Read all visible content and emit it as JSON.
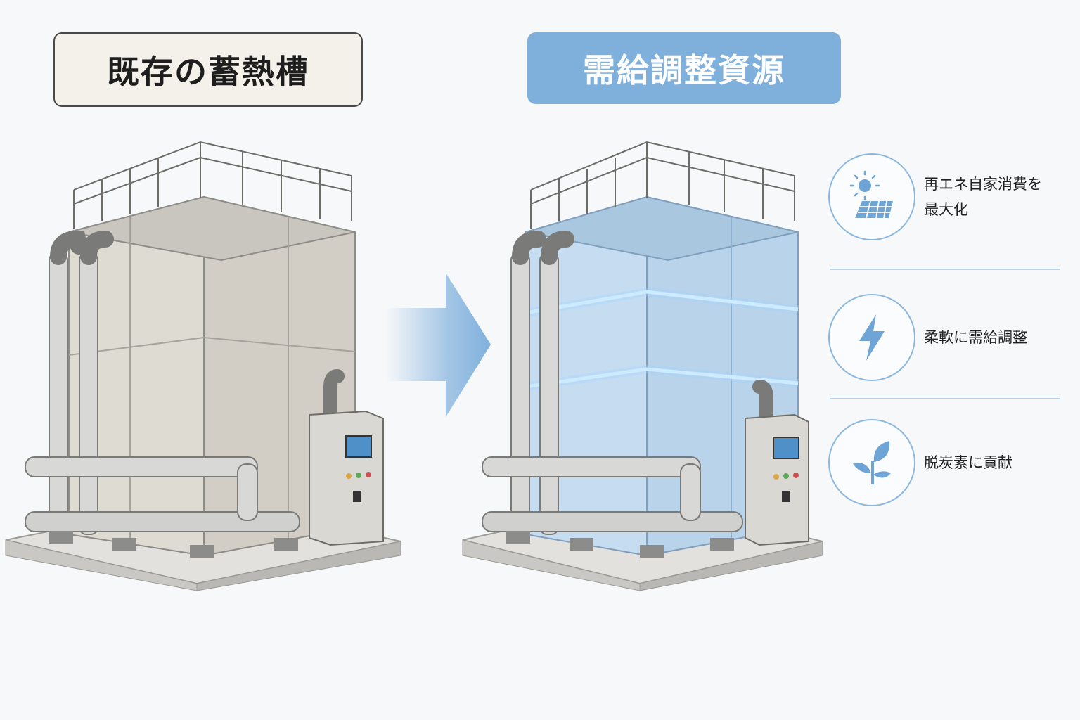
{
  "before": {
    "title": "既存の蓄熱槽"
  },
  "after": {
    "title": "需給調整資源"
  },
  "benefits": [
    {
      "icon": "solar-panel-icon",
      "text": "再エネ自家消費を\n最大化"
    },
    {
      "icon": "lightning-icon",
      "text": "柔軟に需給調整"
    },
    {
      "icon": "leaf-sprout-icon",
      "text": "脱炭素に貢献"
    }
  ],
  "colors": {
    "accent": "#7fb0dc",
    "icon": "#6ea4d6",
    "glow": "#e8f6ff",
    "tank_gray": "#e4e1da",
    "tank_blue": "#cfe2f2"
  }
}
